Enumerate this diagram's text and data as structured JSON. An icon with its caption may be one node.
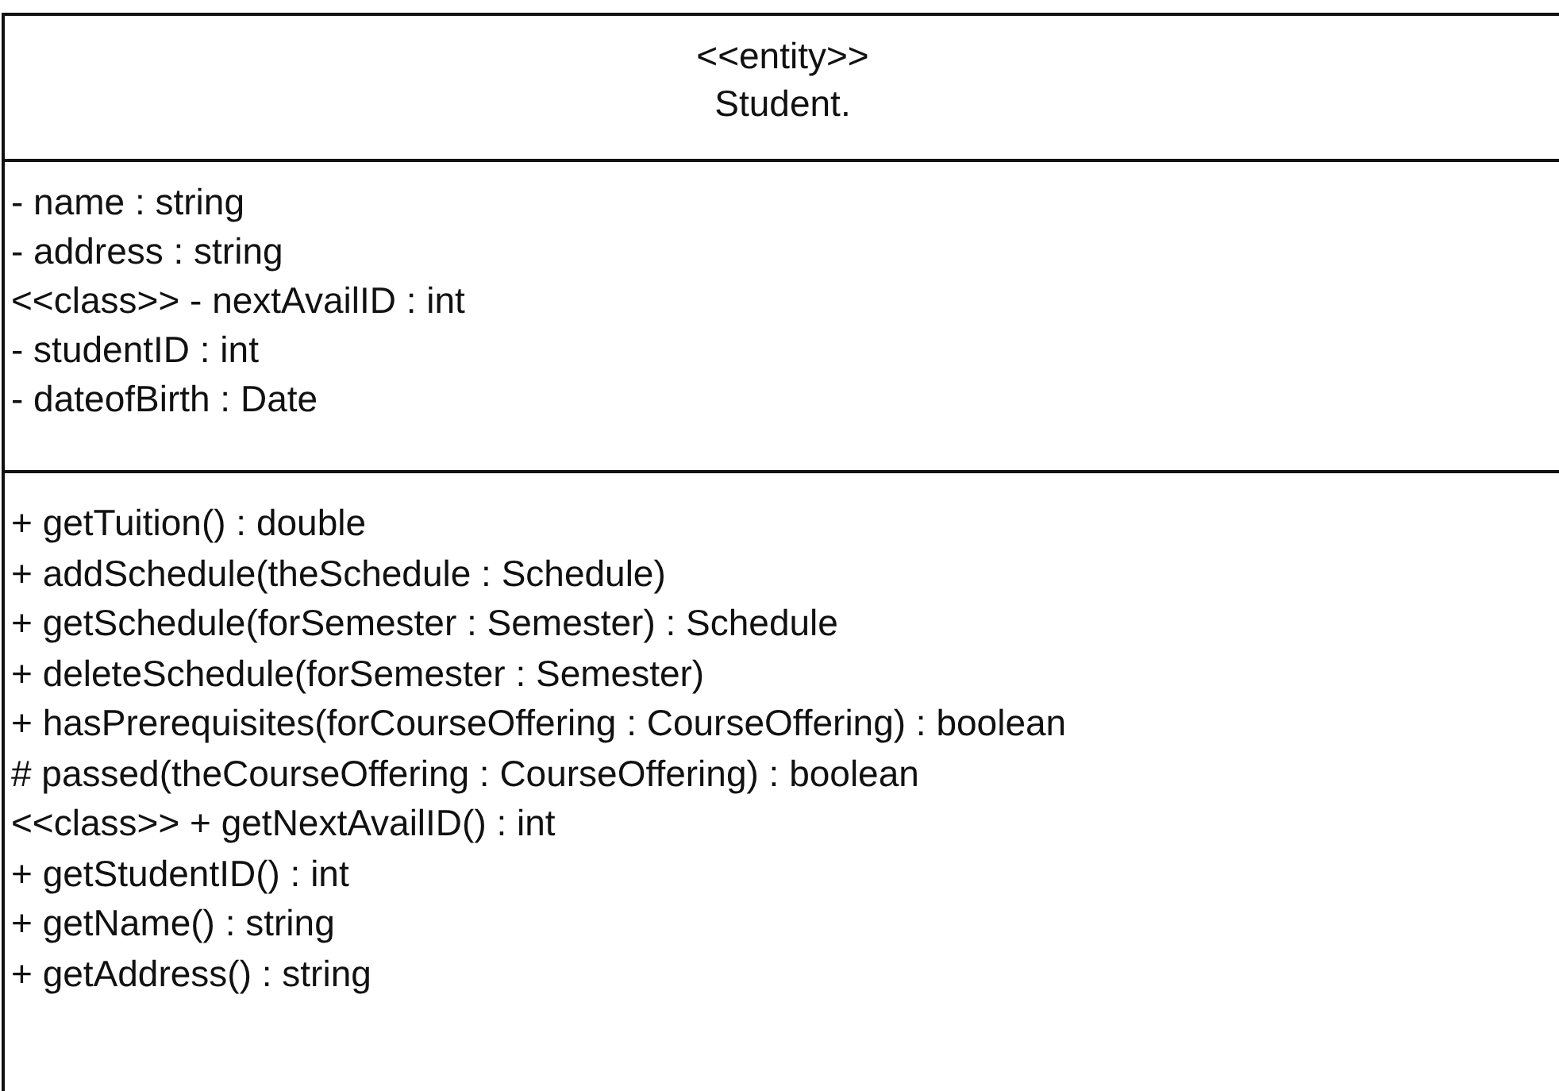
{
  "diagram": {
    "nodes": [
      {
        "text": [
          "<<entity>> Student."
        ]
      },
      {
        "text": [
          "- name : string",
          "- address : string",
          "<<class>> - nextAvailID : int",
          "- studentID : int",
          "- dateofBirth : Date"
        ],
        "in": 0
      },
      {
        "text": [
          "+ getTuition() : double",
          "+ addSchedule(theSchedule : Schedule)",
          "+ getSchedule(forSemester : Semester) : Schedule",
          "+ deleteSchedule(forSemester : Semester)",
          "+ hasPrerequisites(forCourseOffering : CourseOffering) : boolean",
          "# passed(theCourseOffering : CourseOffering) : boolean",
          "<<class>> + getNextAvailID() : int",
          "+ getStudentID() : int",
          "+ getName() : string",
          "+ getAddress() : string"
        ],
        "in": 0
      }
    ]
  }
}
